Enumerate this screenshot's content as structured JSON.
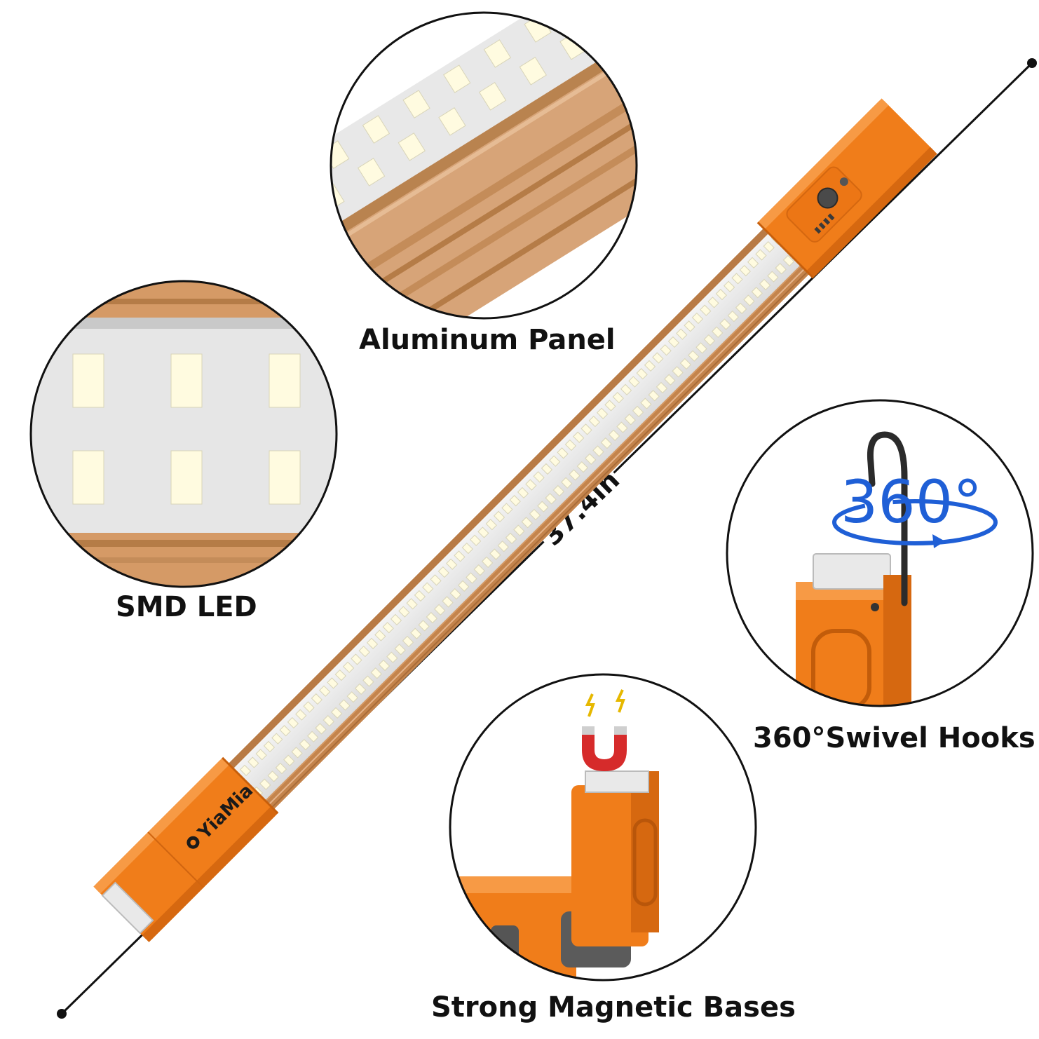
{
  "brand": {
    "logo_text": "YiaMia"
  },
  "measurement": {
    "length": "37.4in"
  },
  "callouts": {
    "aluminum_panel": "Aluminum Panel",
    "smd_led": "SMD LED",
    "swivel_hooks": "360°Swivel Hooks",
    "magnetic_bases": "Strong Magnetic Bases"
  },
  "hook_detail": {
    "rotation_text": "360°"
  },
  "colors": {
    "body_orange": "#f07d1a",
    "aluminum": "#d59a66",
    "led_panel": "#e9e9e9",
    "led_chip": "#fffbe0",
    "rotation_blue": "#1f5fd6",
    "magnet_red": "#d62b2b"
  },
  "icons": [
    "power-button-icon",
    "battery-indicator-icon",
    "magnet-icon",
    "lightning-icon",
    "hook-icon",
    "rotate-arrow-icon",
    "logo-sun-icon"
  ]
}
